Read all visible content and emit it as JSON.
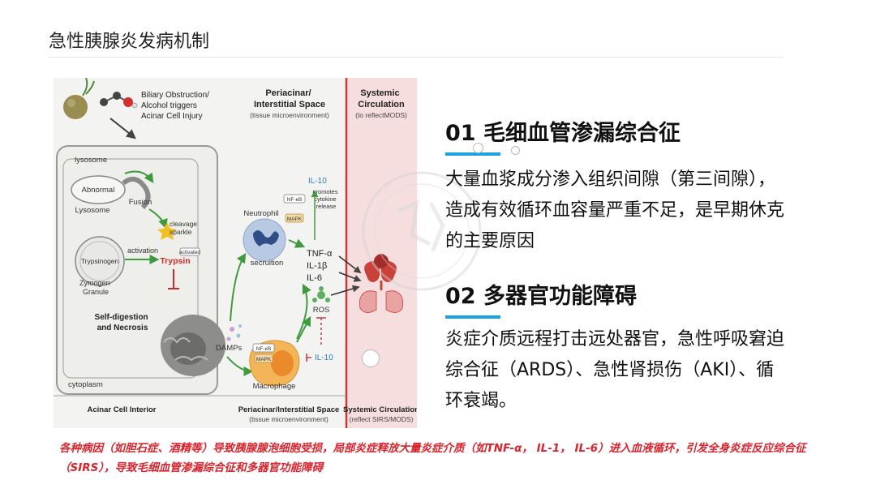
{
  "page": {
    "title": "急性胰腺炎发病机制"
  },
  "figure": {
    "trigger": [
      "Biliary Obstruction/",
      "Alcohol triggers",
      "Acinar Cell Injury"
    ],
    "zone_headers": {
      "periacinar_top": [
        "Periacinar/",
        "Interstitial Space",
        "(tissue microenvironment)"
      ],
      "systemic_top": [
        "Systemic",
        "Circulation",
        "(to reflectMODS)"
      ],
      "acinar_bottom": "Acinar Cell Interior",
      "periacinar_bottom": [
        "Periacinar/Interstitial Space",
        "(tissue microenvironment)"
      ],
      "systemic_bottom": [
        "Systemic Circulation",
        "(reflect SIRS/MODS)"
      ]
    },
    "labels": {
      "lysosome": "lysosome",
      "abnormal": "Abnormal",
      "lysosome2": "Lysosome",
      "fusion": "Fusion",
      "cleavage": [
        "cleavage",
        "sparkle"
      ],
      "trypsinogen": "Trypsinogen",
      "activation": "activation",
      "activated": "activated",
      "trypsin": "Trypsin",
      "zymogen": [
        "Zymogen",
        "Granule"
      ],
      "self_digestion": [
        "Self-digestion",
        "and Necrosis"
      ],
      "cytoplasm": "cytoplasm",
      "damps": "DAMPs",
      "neutrophil": "Neutrophil",
      "secruition": "secruition",
      "macrophage": "Macrophage",
      "nfkb": "NF-κB",
      "mapk": "MAPK",
      "il10_top": "IL-10",
      "promotes": [
        "promotes",
        "cytokine",
        "release"
      ],
      "cytokines": [
        "TNF-α",
        "IL-1β",
        "IL-6"
      ],
      "ros": "ROS",
      "il10_bottom": "IL-10"
    }
  },
  "sections": [
    {
      "heading": "01 毛细血管渗漏综合征",
      "body": "大量血浆成分渗入组织间隙（第三间隙），造成有效循环血容量严重不足，是早期休克的主要原因"
    },
    {
      "heading": "02 多器官功能障碍",
      "body": "炎症介质远程打击远处器官，急性呼吸窘迫综合征（ARDS）、急性肾损伤（AKI）、循环衰竭。"
    }
  ],
  "caption": "各种病因（如胆石症、酒精等）导致胰腺腺泡细胞受损，局部炎症释放大量炎症介质（如TNF-α， IL-1， IL-6）进入血液循环，引发全身炎症反应综合征（SIRS），导致毛细血管渗漏综合征和多器官功能障碍",
  "colors": {
    "accent": "#1da1e0",
    "caption": "#d9232d",
    "systemic_zone": "#f6dede",
    "trypsin": "#cc2a2a"
  }
}
